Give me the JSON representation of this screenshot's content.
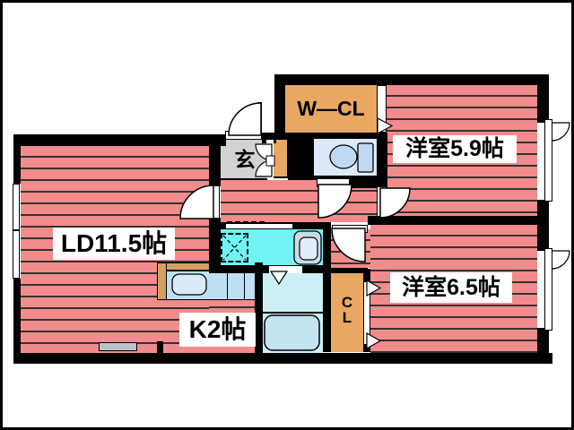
{
  "floorplan": {
    "rooms": {
      "living_dining": {
        "label": "LD11.5帖"
      },
      "kitchen": {
        "label": "K2帖"
      },
      "western_room_1": {
        "label": "洋室5.9帖"
      },
      "western_room_2": {
        "label": "洋室6.5帖"
      },
      "walk_in_closet": {
        "label": "W―CL"
      },
      "closet": {
        "label": "C\nL"
      },
      "entrance": {
        "label": "玄"
      }
    },
    "colors": {
      "wall": "#000000",
      "room_fill": "#F28B8B",
      "room_stripe": "#333333",
      "closet_fill": "#E8A763",
      "entrance_fill": "#D2D2D2",
      "toilet_room_fill": "#DBE9F8",
      "washroom_fill": "#72F2F2",
      "bathroom_fill": "#CBEFF4",
      "fixture_blue": "#BFD9F2",
      "counter_fill": "#BFDFF4",
      "counter_edge": "#D2A35E",
      "background": "#FFFFFF"
    }
  }
}
